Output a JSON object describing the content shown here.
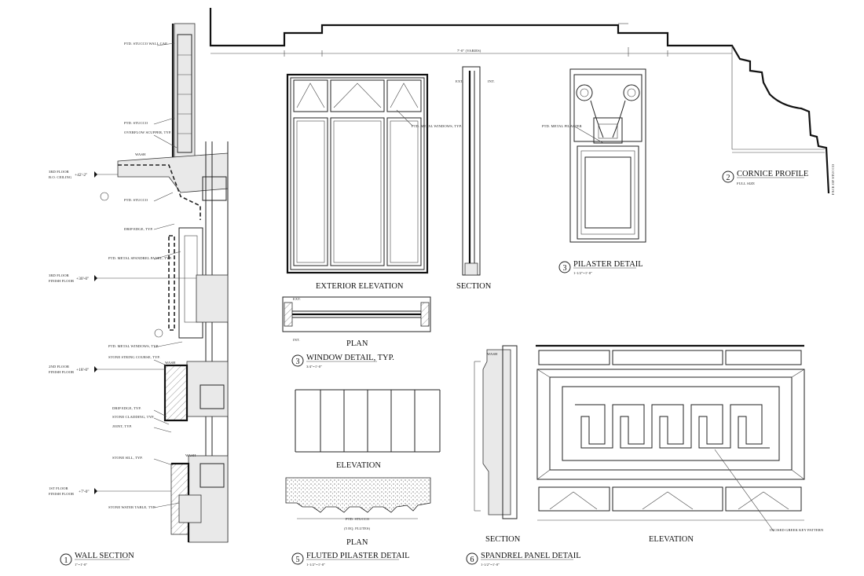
{
  "details": [
    {
      "number": "1",
      "title": "WALL SECTION",
      "scale": "1\"=1'-0\""
    },
    {
      "number": "2",
      "title": "CORNICE PROFILE",
      "scale": "FULL SIZE"
    },
    {
      "number": "3",
      "title": "WINDOW DETAIL, TYP.",
      "scale": "3/4\"=1'-0\""
    },
    {
      "number": "3",
      "title": "PILASTER DETAIL",
      "scale": "1-1/2\"=1'-0\""
    },
    {
      "number": "5",
      "title": "FLUTED PILASTER DETAIL",
      "scale": "1-1/2\"=1'-0\""
    },
    {
      "number": "6",
      "title": "SPANDREL PANEL DETAIL",
      "scale": "1-1/2\"=1'-0\""
    }
  ],
  "view_labels": {
    "exterior_elevation": "EXTERIOR ELEVATION",
    "window_section": "SECTION",
    "window_plan": "PLAN",
    "fluted_elevation": "ELEVATION",
    "fluted_plan": "PLAN",
    "spandrel_section": "SECTION",
    "spandrel_elevation": "ELEVATION"
  },
  "floor_levels": [
    {
      "name": "3RD FLOOR",
      "sub": "B.O. CEILING",
      "elev": "+42'-2\""
    },
    {
      "name": "3RD FLOOR",
      "sub": "FINISH FLOOR",
      "elev": "+30'-0\""
    },
    {
      "name": "2ND FLOOR",
      "sub": "FINISH FLOOR",
      "elev": "+18'-0\""
    },
    {
      "name": "1ST FLOOR",
      "sub": "FINISH FLOOR",
      "elev": "+7'-0\""
    }
  ],
  "wall_notes": [
    "PTD. STUCCO WALL CAP",
    "PTD. STUCCO",
    "OVERFLOW SCUPPER, TYP.",
    "WASH",
    "PTD. STUCCO",
    "DRIP EDGE, TYP.",
    "PTD. METAL SPANDREL PANEL, TYP.",
    "PTD. METAL WINDOWS, TYP.",
    "STONE STRING COURSE, TYP.",
    "DRIP EDGE, TYP.",
    "STONE CLADDING, TYP.",
    "JOINT, TYP.",
    "STONE SILL, TYP.",
    "STONE WATER TABLE, TYP.",
    "WASH",
    "WASH"
  ],
  "other_notes": {
    "windows": "PTD. METAL WINDOWS, TYP.",
    "pilaster": "PTD. METAL PILASTER",
    "plan_ext": "EXT.",
    "plan_int": "INT.",
    "sect_ext": "EXT.",
    "sect_int": "INT.",
    "fluted_stucco": "PTD. STUCCO",
    "fluted_dim": "(5 EQ. FLUTES)",
    "greek_key": "INCISED GREEK KEY PATTERN",
    "wash": "WASH",
    "face_of_stucco": "FACE OF STUCCO",
    "cornice_width": "7'-0\" (VARIES)"
  }
}
